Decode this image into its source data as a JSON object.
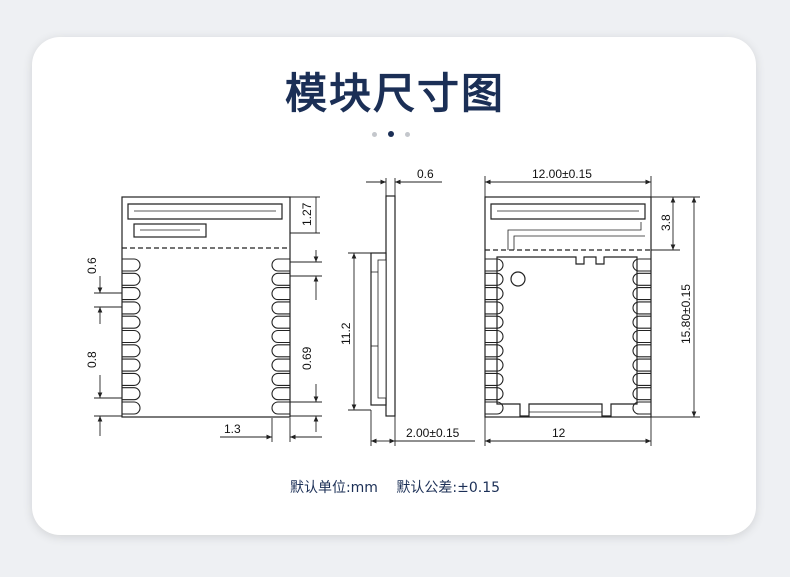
{
  "title": "模块尺寸图",
  "pagination": {
    "count": 3,
    "active_index": 1
  },
  "dims": {
    "front": {
      "top_pitch": "1.27",
      "pad_width_left": "0.6",
      "pad_pitch_left": "0.8",
      "pad_pitch_right": "0.69",
      "bottom_offset": "1.3"
    },
    "side": {
      "thickness": "0.6",
      "height": "11.2",
      "total_thickness": "2.00±0.15"
    },
    "back": {
      "width": "12.00±0.15",
      "antenna_height": "3.8",
      "length": "15.80±0.15",
      "inner_width": "12"
    }
  },
  "note": {
    "units": "默认单位:mm",
    "tolerance": "默认公差:±0.15"
  },
  "colors": {
    "title": "#1b2f56",
    "line": "#222222"
  }
}
